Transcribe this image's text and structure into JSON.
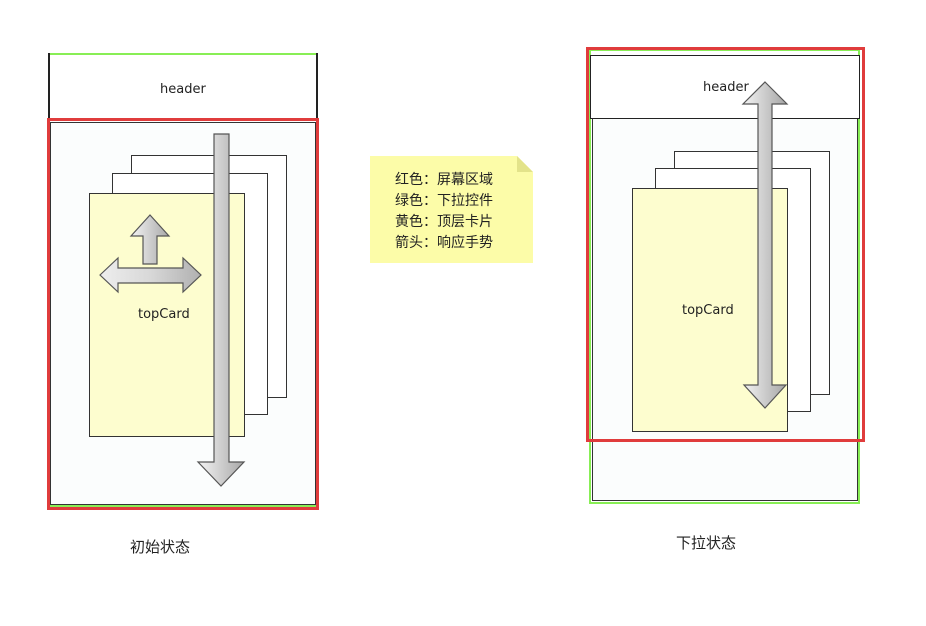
{
  "left_state": {
    "header_label": "header",
    "topcard_label": "topCard",
    "caption": "初始状态"
  },
  "right_state": {
    "header_label": "header",
    "topcard_label": "topCard",
    "caption": "下拉状态"
  },
  "legend": {
    "lines": [
      "红色：屏幕区域",
      "绿色：下拉控件",
      "黄色：顶层卡片",
      "箭头：响应手势"
    ]
  },
  "colors": {
    "screen_red": "#e03c3c",
    "control_green": "#88ee55",
    "card_yellow": "#fdfdcf",
    "note_yellow": "#fcfca8",
    "arrow_gray": "#bbbbbb"
  }
}
